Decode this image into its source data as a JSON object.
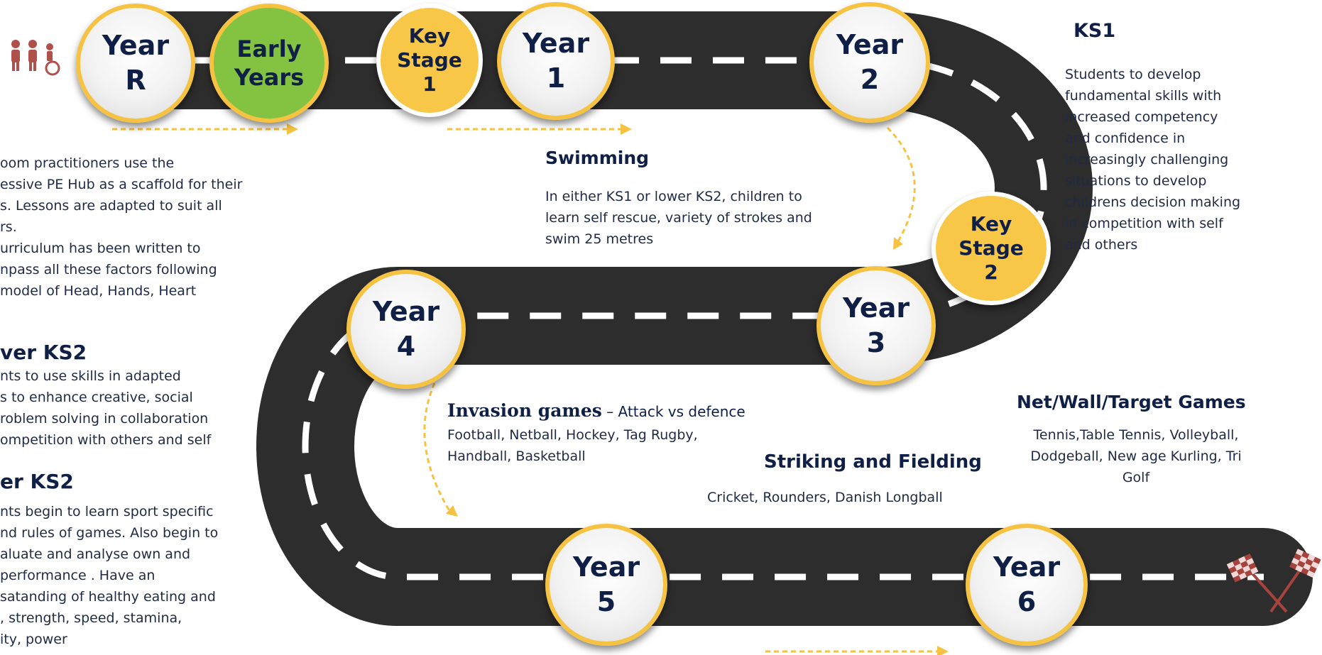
{
  "milestones": {
    "year_r": [
      "Year",
      "R"
    ],
    "early_years": [
      "Early",
      "Years"
    ],
    "ks1_stage": [
      "Key",
      "Stage",
      "1"
    ],
    "year_1": [
      "Year",
      "1"
    ],
    "year_2": [
      "Year",
      "2"
    ],
    "ks2_stage": [
      "Key",
      "Stage",
      "2"
    ],
    "year_3": [
      "Year",
      "3"
    ],
    "year_4": [
      "Year",
      "4"
    ],
    "year_5": [
      "Year",
      "5"
    ],
    "year_6": [
      "Year",
      "6"
    ]
  },
  "early_years_text": [
    "oom practitioners use the",
    "essive PE Hub as a scaffold for their",
    "s. Lessons are adapted to suit all",
    "rs.",
    "urriculum has been written to",
    "npass all these factors following",
    " model of Head, Hands, Heart"
  ],
  "lower_ks2": {
    "title": "ver KS2",
    "lines": [
      "nts to use skills in adapted",
      "s to enhance creative, social",
      "roblem solving in collaboration",
      "ompetition with others and self"
    ]
  },
  "upper_ks2": {
    "title": "er KS2",
    "lines": [
      "nts begin to learn sport specific",
      "nd rules of games. Also begin to",
      "aluate and analyse own and",
      " performance . Have an",
      "satanding of healthy eating and",
      ", strength, speed, stamina,",
      "ity, power"
    ]
  },
  "swimming": {
    "title": "Swimming",
    "lines": [
      "In either KS1 or lower KS2, children to",
      "learn self rescue, variety of strokes and",
      "swim 25 metres"
    ]
  },
  "ks1": {
    "title": "KS1",
    "lines": [
      "Students to develop",
      "fundamental skills with",
      "increased competency",
      "and confidence in",
      "increasingly challenging",
      "situations to develop",
      "childrens decision making",
      "in competition with self",
      "and others"
    ]
  },
  "invasion": {
    "title": "Invasion games",
    "subtitle": " – Attack vs defence",
    "lines": [
      "Football, Netball, Hockey, Tag Rugby,",
      "Handball, Basketball"
    ]
  },
  "striking": {
    "title": "Striking and Fielding",
    "line": "Cricket, Rounders, Danish Longball"
  },
  "netwall": {
    "title": "Net/Wall/Target Games",
    "lines": [
      "Tennis,Table Tennis, Volleyball,",
      "Dodgeball, New age Kurling, Tri",
      "Golf"
    ]
  },
  "colors": {
    "road": "#2d2d2d",
    "dash": "#ffffff",
    "arrow": "#f5c242",
    "year_ring": "#f5c242",
    "stage_fill": "#f8c747",
    "early_fill": "#83c341",
    "heading": "#0f1f45",
    "icon_people": "#b0504a",
    "flag": "#a6433d"
  }
}
